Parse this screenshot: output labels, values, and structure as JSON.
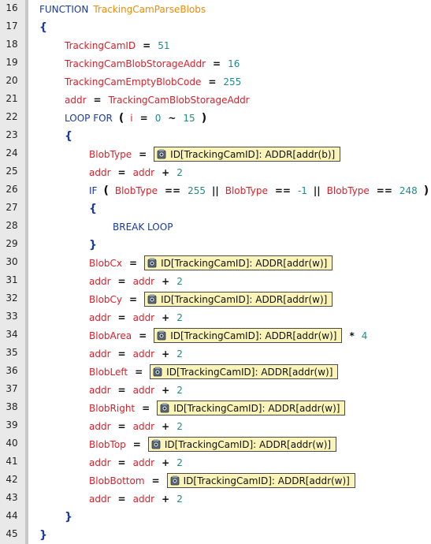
{
  "lines": [
    {
      "n": "16",
      "kind": "function",
      "kw": "FUNCTION",
      "name": "TrackingCamParseBlobs"
    },
    {
      "n": "17",
      "kind": "brace",
      "t": "{"
    },
    {
      "n": "18",
      "kind": "assign",
      "lhs": "TrackingCamID",
      "op": "=",
      "rhs": "51"
    },
    {
      "n": "19",
      "kind": "assign",
      "lhs": "TrackingCamBlobStorageAddr",
      "op": "=",
      "rhs": "16"
    },
    {
      "n": "20",
      "kind": "assign",
      "lhs": "TrackingCamEmptyBlobCode",
      "op": "=",
      "rhs": "255"
    },
    {
      "n": "21",
      "kind": "assignvar",
      "lhs": "addr",
      "op": "=",
      "rhs": "TrackingCamBlobStorageAddr"
    },
    {
      "n": "22",
      "kind": "loop",
      "kw": "LOOP FOR",
      "open": "(",
      "var": "i",
      "op": "=",
      "from": "0",
      "tilde": "~",
      "to": "15",
      "close": ")"
    },
    {
      "n": "23",
      "kind": "brace",
      "t": "{"
    },
    {
      "n": "24",
      "kind": "read",
      "lhs": "BlobType",
      "op": "=",
      "expr": "ID[TrackingCamID]: ADDR[addr(b)]"
    },
    {
      "n": "25",
      "kind": "incr",
      "lhs": "addr",
      "op": "=",
      "a": "addr",
      "plus": "+",
      "b": "2"
    },
    {
      "n": "26",
      "kind": "if",
      "kw": "IF",
      "open": "(",
      "v1": "BlobType",
      "eq1": "==",
      "c1": "255",
      "or1": "||",
      "v2": "BlobType",
      "eq2": "==",
      "c2": "-1",
      "or2": "||",
      "v3": "BlobType",
      "eq3": "==",
      "c3": "248",
      "close": ")"
    },
    {
      "n": "27",
      "kind": "brace",
      "t": "{"
    },
    {
      "n": "28",
      "kind": "break",
      "kw": "BREAK LOOP"
    },
    {
      "n": "29",
      "kind": "brace",
      "t": "}"
    },
    {
      "n": "30",
      "kind": "read",
      "lhs": "BlobCx",
      "op": "=",
      "expr": "ID[TrackingCamID]: ADDR[addr(w)]"
    },
    {
      "n": "31",
      "kind": "incr",
      "lhs": "addr",
      "op": "=",
      "a": "addr",
      "plus": "+",
      "b": "2"
    },
    {
      "n": "32",
      "kind": "read",
      "lhs": "BlobCy",
      "op": "=",
      "expr": "ID[TrackingCamID]: ADDR[addr(w)]"
    },
    {
      "n": "33",
      "kind": "incr",
      "lhs": "addr",
      "op": "=",
      "a": "addr",
      "plus": "+",
      "b": "2"
    },
    {
      "n": "34",
      "kind": "readmul",
      "lhs": "BlobArea",
      "op": "=",
      "expr": "ID[TrackingCamID]: ADDR[addr(w)]",
      "mul": "*",
      "factor": "4"
    },
    {
      "n": "35",
      "kind": "incr",
      "lhs": "addr",
      "op": "=",
      "a": "addr",
      "plus": "+",
      "b": "2"
    },
    {
      "n": "36",
      "kind": "read",
      "lhs": "BlobLeft",
      "op": "=",
      "expr": "ID[TrackingCamID]: ADDR[addr(w)]"
    },
    {
      "n": "37",
      "kind": "incr",
      "lhs": "addr",
      "op": "=",
      "a": "addr",
      "plus": "+",
      "b": "2"
    },
    {
      "n": "38",
      "kind": "read",
      "lhs": "BlobRight",
      "op": "=",
      "expr": "ID[TrackingCamID]: ADDR[addr(w)]"
    },
    {
      "n": "39",
      "kind": "incr",
      "lhs": "addr",
      "op": "=",
      "a": "addr",
      "plus": "+",
      "b": "2"
    },
    {
      "n": "40",
      "kind": "read",
      "lhs": "BlobTop",
      "op": "=",
      "expr": "ID[TrackingCamID]: ADDR[addr(w)]"
    },
    {
      "n": "41",
      "kind": "incr",
      "lhs": "addr",
      "op": "=",
      "a": "addr",
      "plus": "+",
      "b": "2"
    },
    {
      "n": "42",
      "kind": "read",
      "lhs": "BlobBottom",
      "op": "=",
      "expr": "ID[TrackingCamID]: ADDR[addr(w)]"
    },
    {
      "n": "43",
      "kind": "incr",
      "lhs": "addr",
      "op": "=",
      "a": "addr",
      "plus": "+",
      "b": "2"
    },
    {
      "n": "44",
      "kind": "brace",
      "t": "}"
    },
    {
      "n": "45",
      "kind": "brace",
      "t": "}"
    }
  ],
  "colors": {
    "keyword": "#1a3a9c",
    "function_name": "#f08a00",
    "variable": "#d8202a",
    "number": "#1f8a8a",
    "expr_bg": "#fbf4b8"
  },
  "icons": {
    "expr_icon": "camera-module-icon"
  }
}
